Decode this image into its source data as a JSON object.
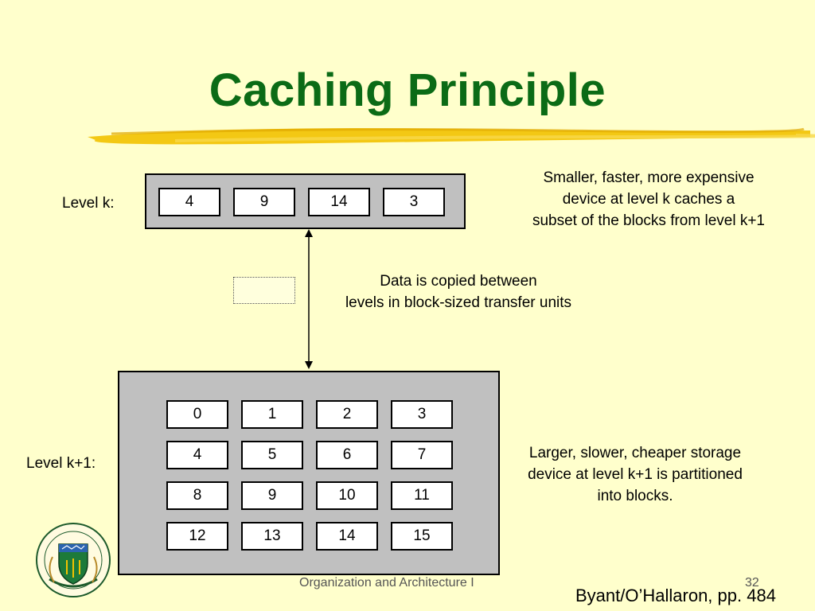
{
  "title": "Caching Principle",
  "level_k": {
    "label": "Level k:",
    "blocks": [
      "4",
      "9",
      "14",
      "3"
    ]
  },
  "level_k1": {
    "label": "Level k+1:",
    "blocks": [
      "0",
      "1",
      "2",
      "3",
      "4",
      "5",
      "6",
      "7",
      "8",
      "9",
      "10",
      "11",
      "12",
      "13",
      "14",
      "15"
    ]
  },
  "notes": {
    "upper": [
      "Smaller, faster, more expensive",
      "device at level k caches a",
      "subset of the blocks from level k+1"
    ],
    "middle": [
      "Data is copied between",
      "levels in block-sized transfer units"
    ],
    "lower": [
      "Larger, slower, cheaper storage",
      "device at level k+1 is partitioned",
      "into blocks."
    ]
  },
  "footer": {
    "course": "Organization and Architecture I",
    "page": "32",
    "citation": "Byant/O’Hallaron, pp. 484"
  },
  "colors": {
    "background": "#ffffcc",
    "title": "#0b6b16",
    "box": "#c0c0c0",
    "underline": "#f2c200"
  },
  "icons": {
    "logo": "university-crest-icon"
  }
}
